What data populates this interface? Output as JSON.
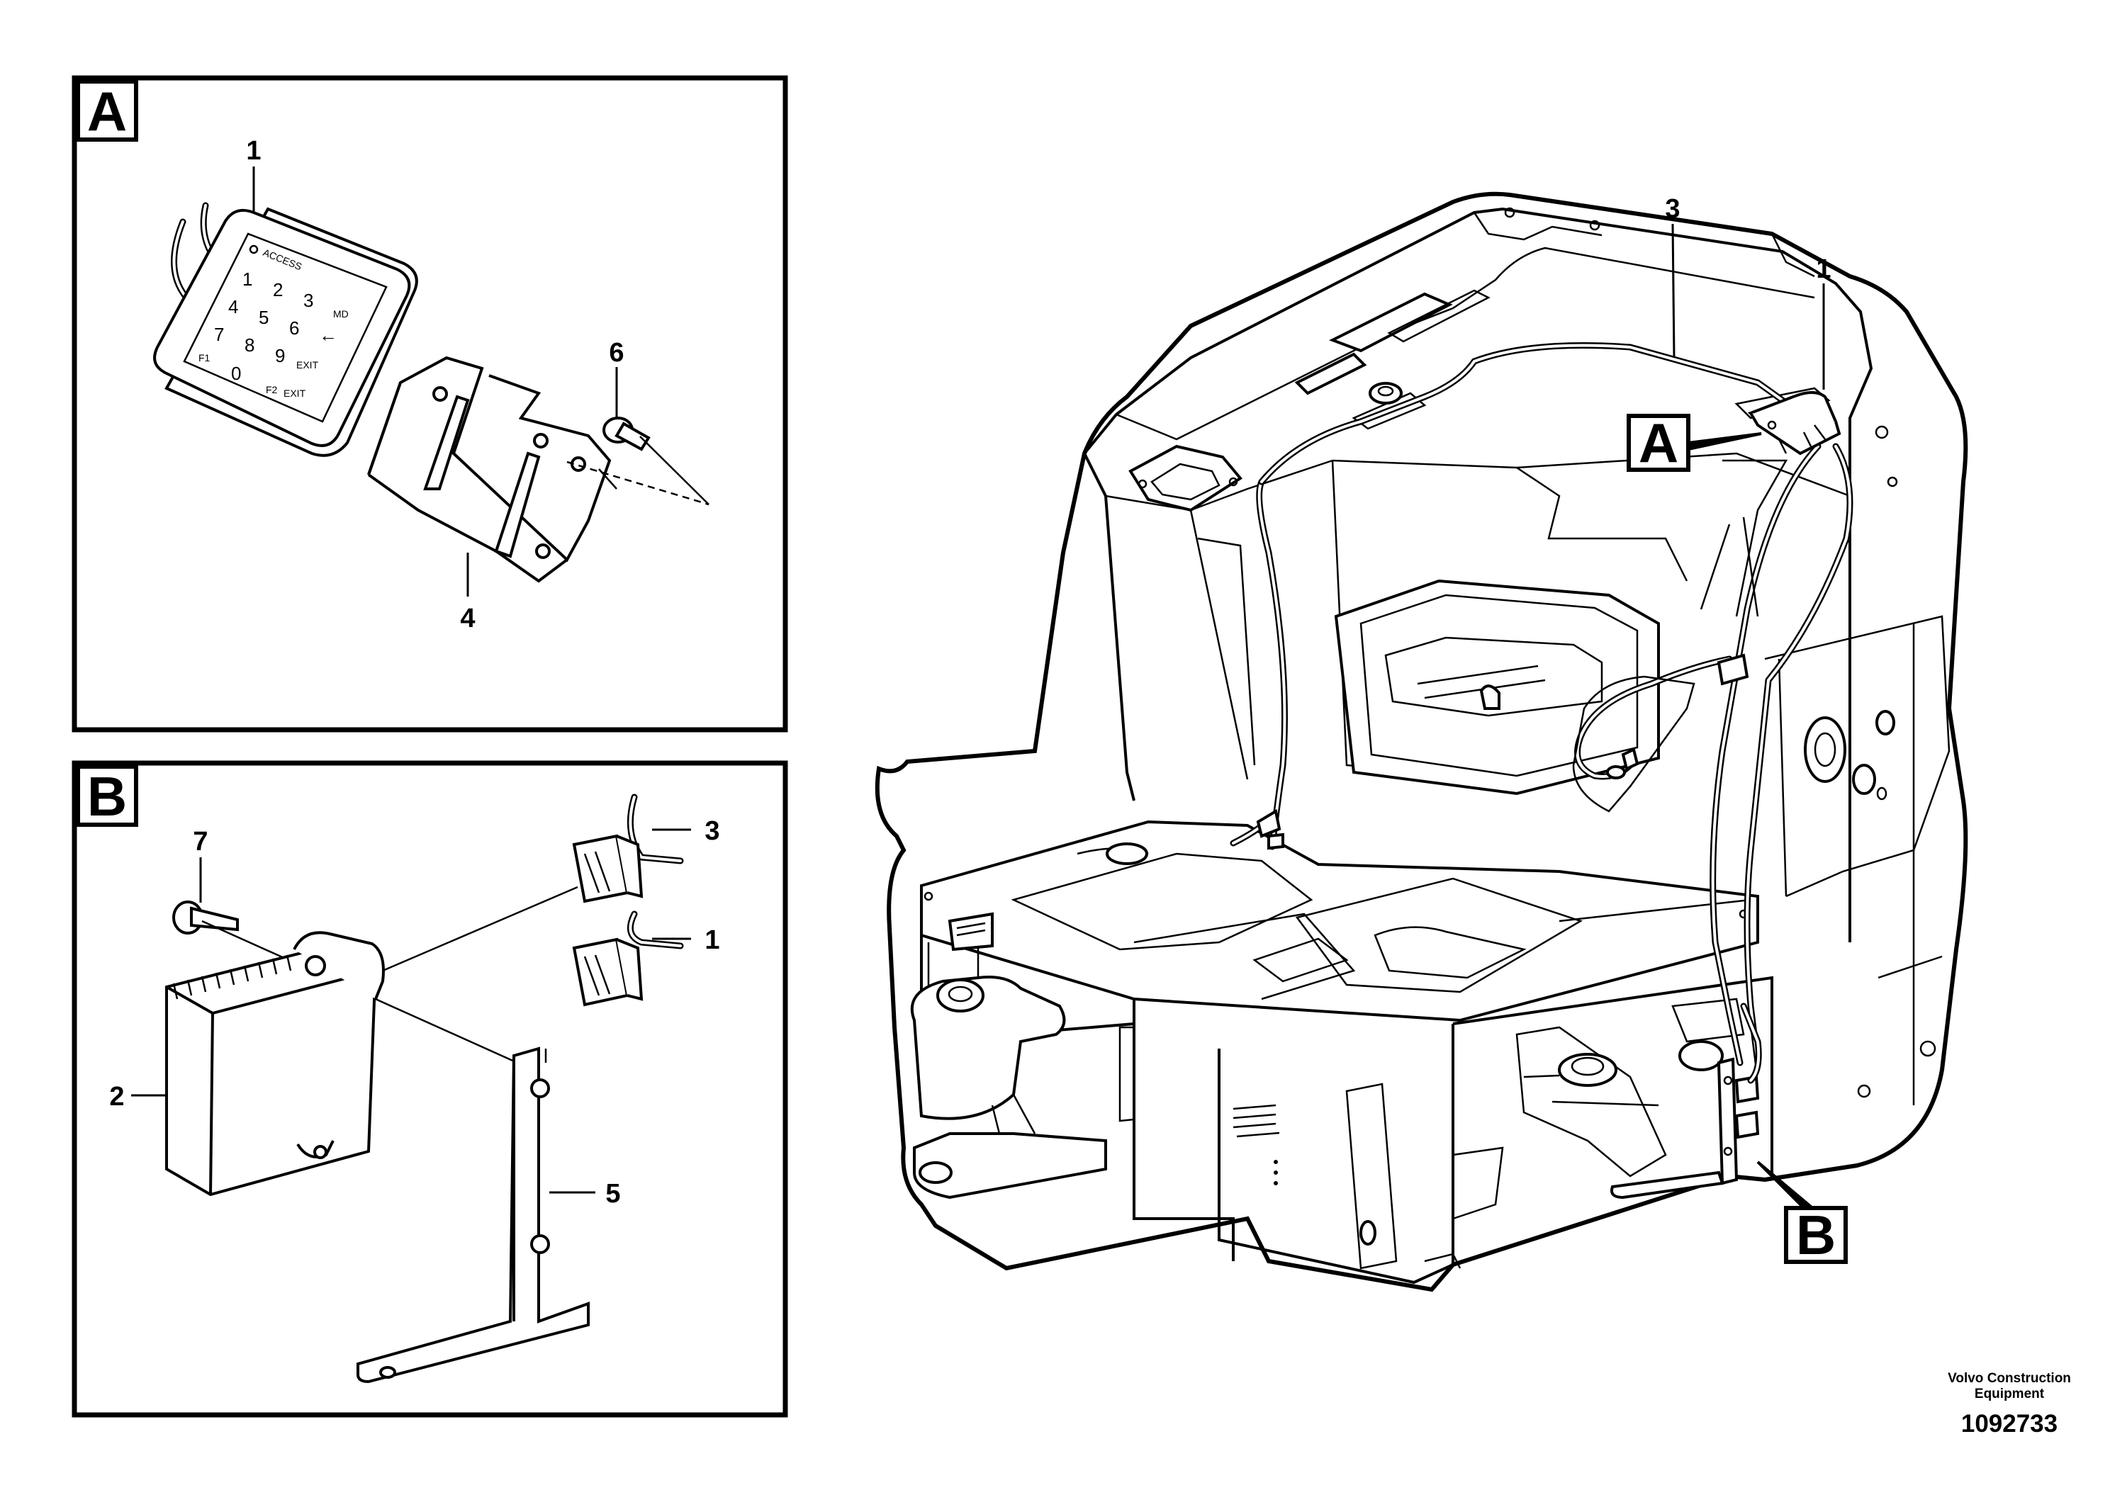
{
  "panels": {
    "a": {
      "letter": "A"
    },
    "b": {
      "letter": "B"
    }
  },
  "main_flags": {
    "a": "A",
    "b": "B"
  },
  "callouts": {
    "a1": "1",
    "a4": "4",
    "a6": "6",
    "b2": "2",
    "b3": "3",
    "b1": "1",
    "b5": "5",
    "b7": "7",
    "m3": "3",
    "m1": "1"
  },
  "keypad": {
    "keys": [
      "1",
      "2",
      "3",
      "4",
      "5",
      "6",
      "7",
      "8",
      "9",
      "0"
    ],
    "brand": "ACCESS",
    "side_labels": [
      "MD",
      "F1",
      "F2",
      "EXIT",
      "EXIT"
    ],
    "back_arrow": "←"
  },
  "footer": {
    "company_line1": "Volvo Construction",
    "company_line2": "Equipment",
    "drawing_number": "1092733"
  },
  "icons": {
    "keypad": "keypad-icon",
    "bracket": "bracket-icon",
    "bolt": "bolt-icon",
    "control_unit": "control-unit-icon",
    "connector": "connector-icon"
  }
}
